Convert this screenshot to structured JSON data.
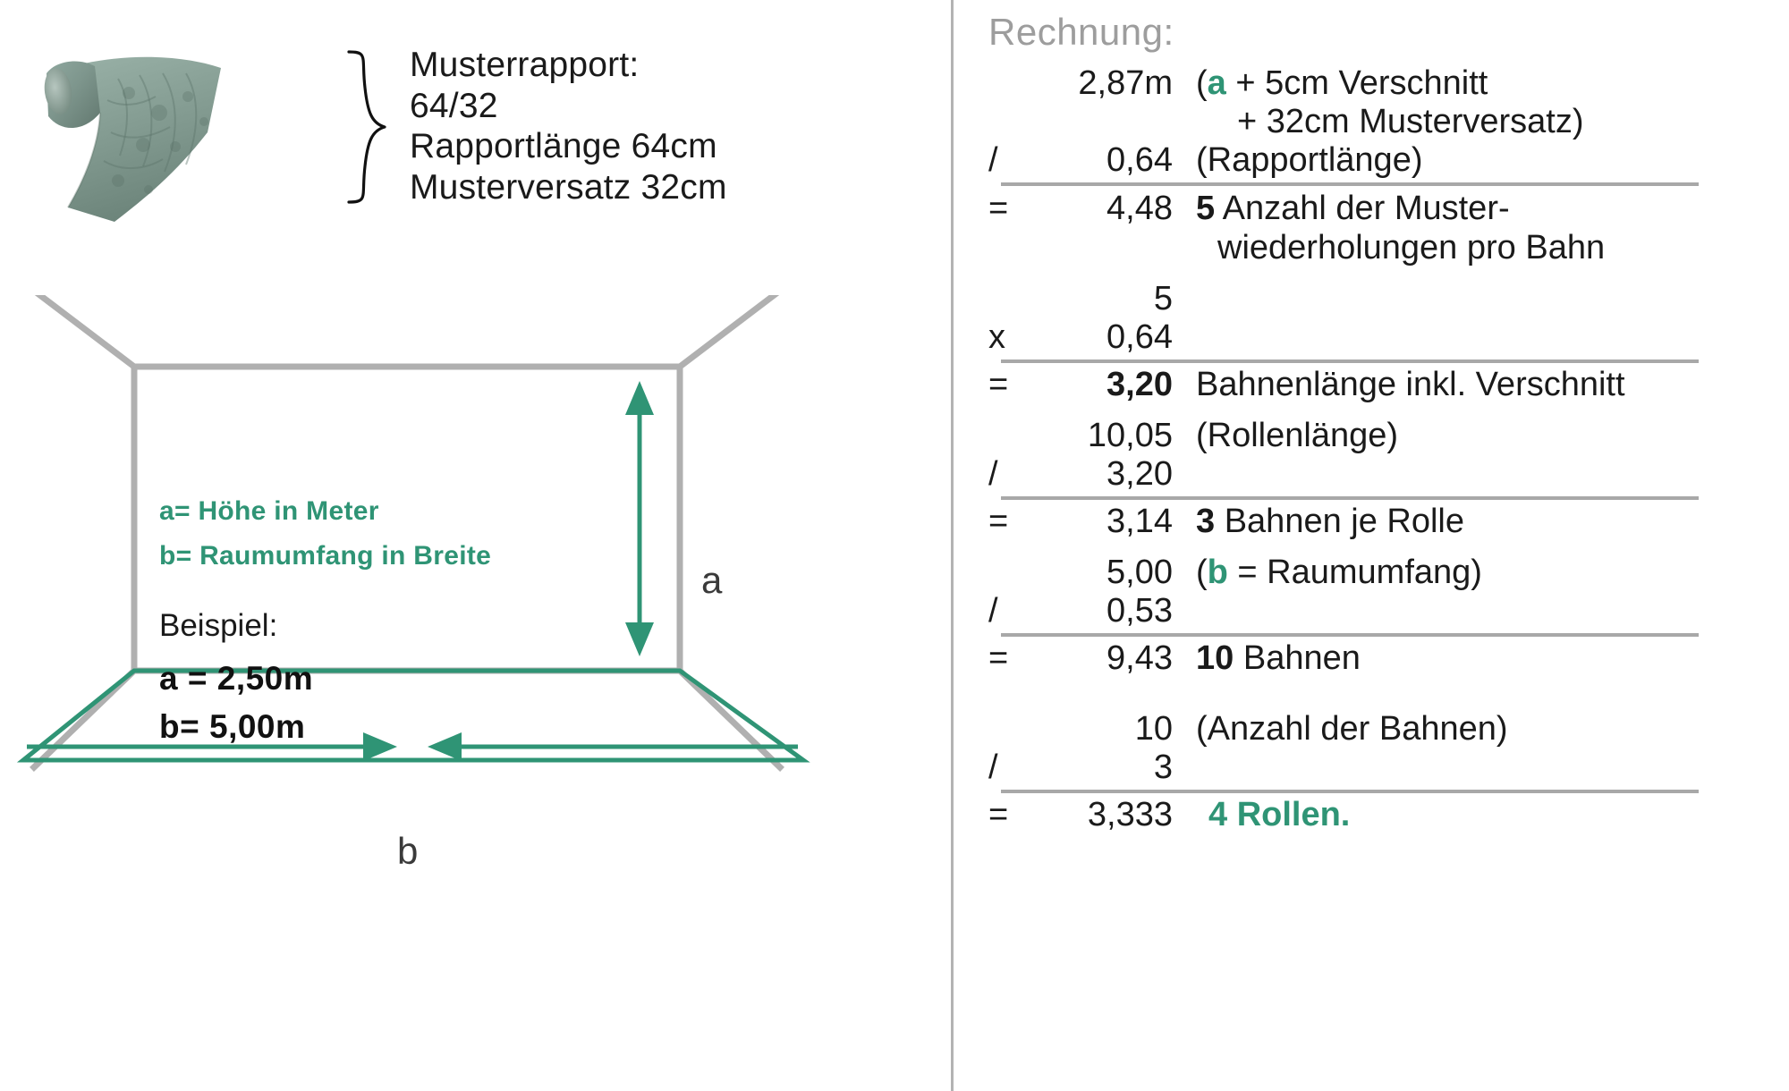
{
  "left": {
    "roll_icon": "wallpaper-roll",
    "brace_icon": "curly-brace",
    "rapport": {
      "line1": "Musterrapport:",
      "line2": "64/32",
      "line3": "Rapportlänge 64cm",
      "line4": "Musterversatz 32cm"
    },
    "legend": {
      "a": "a= Höhe in Meter",
      "b": "b= Raumumfang in Breite"
    },
    "example": {
      "title": "Beispiel:",
      "a": "a = 2,50m",
      "b": "b= 5,00m"
    },
    "dimension_labels": {
      "height": "a",
      "width": "b"
    }
  },
  "right": {
    "title": "Rechnung:",
    "steps": [
      {
        "id": "step-1",
        "lines": [
          {
            "op": "",
            "num": "2,87m",
            "text_pre": "(",
            "text_var": "a",
            "text_post": " + 5cm Verschnitt"
          },
          {
            "op": "",
            "num": "",
            "text_plain": "+ 32cm Musterversatz)",
            "indent": true
          },
          {
            "op": "/",
            "num": "0,64",
            "text_plain": "(Rapportlänge)"
          }
        ],
        "rule": true,
        "result": {
          "op": "=",
          "num": "4,48",
          "bold_num": false,
          "result_value": "5",
          "result_text": "Anzahl der Muster-",
          "result_text2": "wiederholungen pro Bahn"
        }
      },
      {
        "id": "step-2",
        "lines": [
          {
            "op": "",
            "num": "5",
            "text_plain": ""
          },
          {
            "op": "x",
            "num": "0,64",
            "text_plain": ""
          }
        ],
        "rule": true,
        "result": {
          "op": "=",
          "num": "3,20",
          "bold_num": true,
          "result_value": "",
          "result_text": "Bahnenlänge inkl. Verschnitt"
        }
      },
      {
        "id": "step-3",
        "lines": [
          {
            "op": "",
            "num": "10,05",
            "text_plain": "(Rollenlänge)"
          },
          {
            "op": "/",
            "num": "3,20",
            "text_plain": ""
          }
        ],
        "rule": true,
        "result": {
          "op": "=",
          "num": "3,14",
          "bold_num": false,
          "result_value": "3",
          "result_text": "Bahnen je Rolle"
        }
      },
      {
        "id": "step-4",
        "lines": [
          {
            "op": "",
            "num": "5,00",
            "text_pre": "(",
            "text_var": "b",
            "text_post": " = Raumumfang)"
          },
          {
            "op": "/",
            "num": "0,53",
            "text_plain": ""
          }
        ],
        "rule": true,
        "result": {
          "op": "=",
          "num": "9,43",
          "bold_num": false,
          "result_value": "10",
          "result_text": "Bahnen"
        }
      },
      {
        "id": "step-5",
        "lines": [
          {
            "op": "",
            "num": "10",
            "text_plain": "(Anzahl der Bahnen)"
          },
          {
            "op": "/",
            "num": "3",
            "text_plain": ""
          }
        ],
        "rule": true,
        "result": {
          "op": "=",
          "num": "3,333",
          "bold_num": false,
          "result_value": "",
          "result_text": "4 Rollen.",
          "result_green": true
        }
      }
    ]
  },
  "colors": {
    "accent_green": "#2f9475",
    "rule_gray": "#a8a8a8",
    "title_gray": "#9d9d9d",
    "wall_gray": "#b0b0b0"
  }
}
